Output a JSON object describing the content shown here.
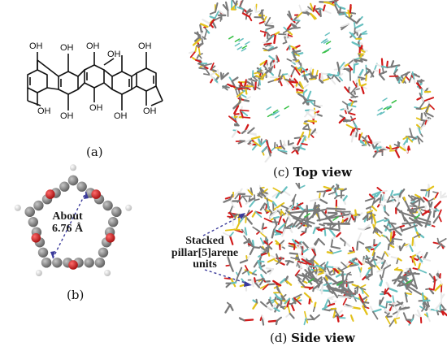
{
  "panel_a": {
    "caption": "(a)",
    "substituent_label": "OH"
  },
  "panel_b": {
    "caption": "(b)",
    "annotation_line1": "About",
    "annotation_line2": "6.76 Å"
  },
  "panel_c": {
    "caption_prefix": "(c)",
    "caption_bold": "Top view"
  },
  "panel_d": {
    "caption_prefix": "(d)",
    "caption_bold": "Side view",
    "annotation_line1": "Stacked",
    "annotation_line2": "pillar[5]arene",
    "annotation_line3": "units"
  },
  "colors": {
    "carbon": "#7a7a7a",
    "oxygen": "#d21a1a",
    "hydrogen": "#e9e9e9",
    "sulfur": "#e3c21a",
    "nitrogen": "#36c043",
    "teal": "#67c0c0",
    "arrow": "#3a3a9a"
  }
}
